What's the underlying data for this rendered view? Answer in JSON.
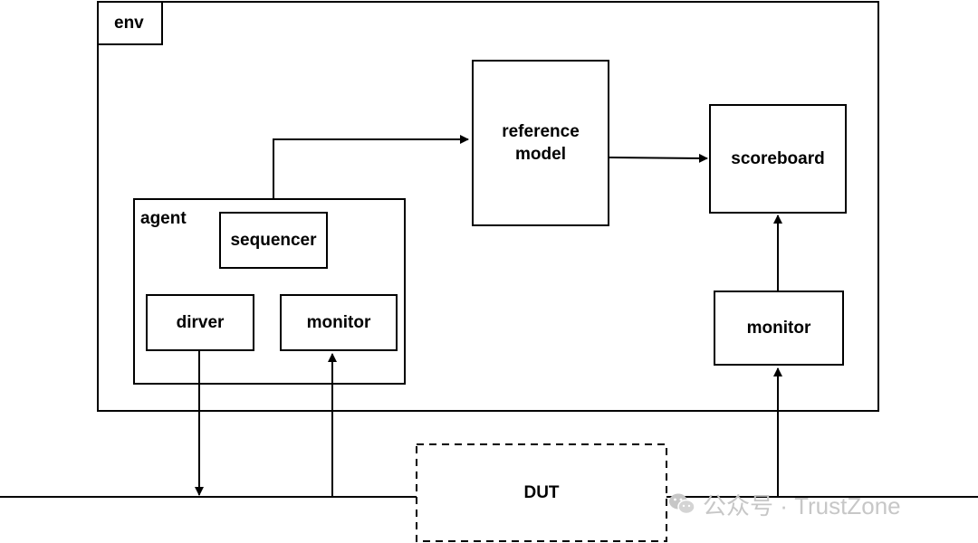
{
  "env": {
    "label": "env"
  },
  "agent": {
    "label": "agent"
  },
  "sequencer": {
    "label": "sequencer"
  },
  "driver": {
    "label": "dirver"
  },
  "agent_monitor": {
    "label": "monitor"
  },
  "reference_model": {
    "label": "reference\nmodel"
  },
  "scoreboard": {
    "label": "scoreboard"
  },
  "out_monitor": {
    "label": "monitor"
  },
  "dut": {
    "label": "DUT"
  },
  "watermark": {
    "text": "公众号 · TrustZone"
  },
  "colors": {
    "stroke": "#000000",
    "background": "#ffffff",
    "watermark": "#c7c7c7"
  }
}
